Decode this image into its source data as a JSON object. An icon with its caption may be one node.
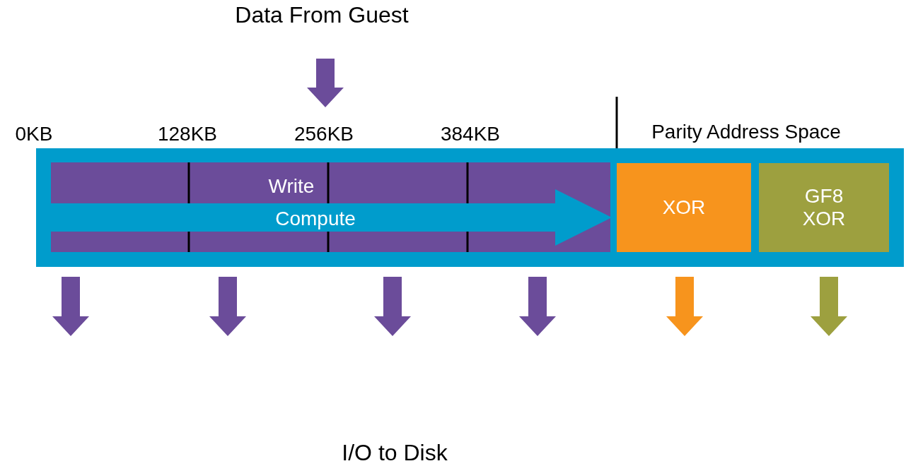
{
  "diagram": {
    "nodes": [
      {
        "text": [],
        "shape": "box"
      },
      {
        "text": [
          "Write"
        ],
        "in": 0
      },
      {
        "text": [
          "Compute"
        ],
        "in": 1
      },
      {
        "text": [
          "XOR"
        ],
        "in": 0
      },
      {
        "text": [
          "GF8 XOR"
        ],
        "in": 0
      }
    ],
    "labels": [
      "Data From Guest",
      "0KB",
      "128KB",
      "256KB",
      "384KB",
      "Parity Address Space",
      "I/O to Disk"
    ]
  }
}
